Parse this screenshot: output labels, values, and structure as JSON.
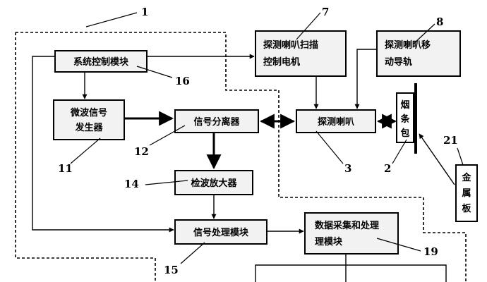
{
  "blocks": {
    "system_control": "系统控制模块",
    "microwave_gen": [
      "微波信号",
      "发生器"
    ],
    "signal_separator": "信号分离器",
    "detector_amp": "检波放大器",
    "signal_processing": "信号处理模块",
    "data_acq": [
      "数据采集和处理",
      "理模块"
    ],
    "scan_motor": [
      "探测喇叭扫描",
      "控制电机"
    ],
    "move_rail": [
      "探测喇叭移",
      "动导轨"
    ],
    "horn": "探测喇叭",
    "cigarette_pack": [
      "烟",
      "条",
      "包"
    ],
    "metal_plate": [
      "金",
      "属",
      "板"
    ]
  },
  "labels": {
    "n1": "1",
    "n7": "7",
    "n8": "8",
    "n16": "16",
    "n11": "11",
    "n12": "12",
    "n3": "3",
    "n2": "2",
    "n21": "21",
    "n14": "14",
    "n15": "15",
    "n19": "19"
  }
}
